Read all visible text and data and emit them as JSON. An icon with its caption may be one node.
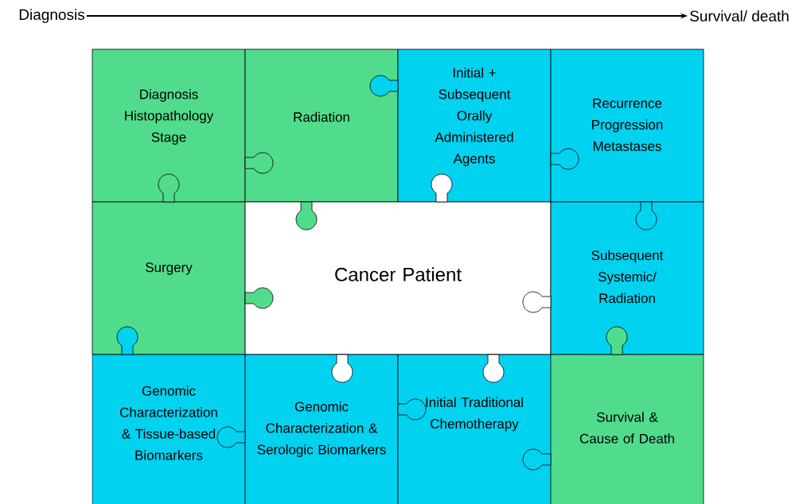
{
  "diagram": {
    "nodes": [
      {
        "text": [
          "Diagnosis"
        ]
      },
      {
        "text": [
          "Survival/ death"
        ]
      },
      {
        "text": [
          "Diagnosis Histopathology Stage"
        ]
      },
      {
        "text": [
          "Radiation"
        ]
      },
      {
        "text": [
          "Initial + Subsequent Orally Administered Agents"
        ]
      },
      {
        "text": [
          "Recurrence Progression Metastases"
        ]
      },
      {
        "text": [
          "Surgery"
        ]
      },
      {
        "text": [
          "Cancer Patient"
        ]
      },
      {
        "text": [
          "Subsequent Systemic/ Radiation"
        ]
      },
      {
        "text": [
          "Genomic Characterization & Tissue-based Biomarkers"
        ]
      },
      {
        "text": [
          "Genomic Characterization & Serologic Biomarkers"
        ]
      },
      {
        "text": [
          "Initial Traditional Chemotherapy"
        ]
      },
      {
        "text": [
          "Survival & Cause of Death"
        ]
      }
    ],
    "edges": [
      {
        "from": 0,
        "to": 1,
        "arrow": "to"
      }
    ]
  }
}
